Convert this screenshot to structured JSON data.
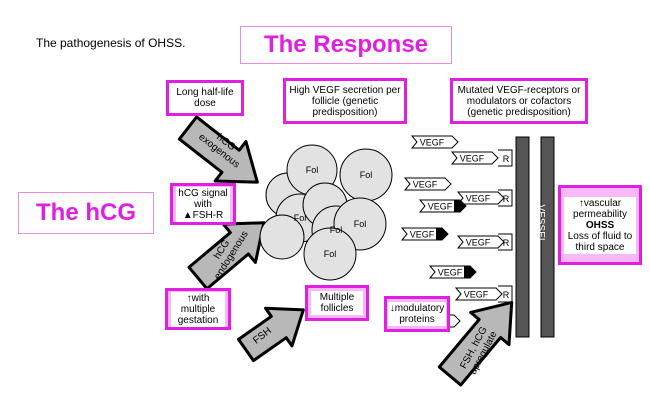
{
  "caption": "The pathogenesis of OHSS.",
  "headers": {
    "response": "The Response",
    "hcg": "The hCG"
  },
  "boxes": {
    "long_half_life": "Long half-life dose",
    "hcg_signal": "hCG signal with",
    "fsh_r": "▲FSH-R",
    "multiple_gestation": "↑with multiple gestation",
    "high_vegf": "High VEGF secretion per follicle (genetic predisposition)",
    "mutated_receptors": "Mutated VEGF-receptors or modulators or cofactors (genetic predisposition)",
    "multiple_follicles": "Multiple follicles",
    "modulatory_proteins": "↓modulatory proteins",
    "vascular_permeability": "↑vascular permeability",
    "ohss": "OHSS",
    "loss_of_fluid": "Loss of fluid to third space"
  },
  "arrows": {
    "hcg_exogenous": "hCG exogenous",
    "hcg_endogenous": "hCG endogenous",
    "fsh": "FSH",
    "fsh_hcg_upregulate": "FSH, hCG upregulate"
  },
  "follicle_label": "Fol",
  "vegf_label": "VEGF",
  "receptor_label": "R",
  "vessel_label": "VESSEL",
  "colors": {
    "magenta": "#e020e0",
    "pink_fill": "#f8b8f8",
    "arrow_gray": "#b8b8b8",
    "vessel_gray": "#555555"
  }
}
